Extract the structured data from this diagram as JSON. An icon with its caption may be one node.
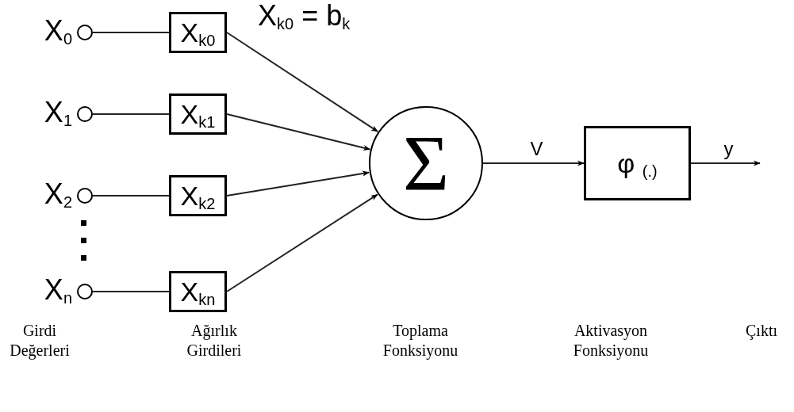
{
  "diagram": {
    "nodes": [
      {
        "text": [],
        "shape": "circle",
        "beside": [
          "X$_{0}$"
        ]
      },
      {
        "text": [
          "X$_{k0}$"
        ]
      },
      {
        "text": [],
        "shape": "circle",
        "beside": [
          "X$_{1}$"
        ]
      },
      {
        "text": [
          "X$_{k1}$"
        ]
      },
      {
        "text": [],
        "shape": "circle",
        "beside": [
          "X$_{2}$"
        ]
      },
      {
        "text": [
          "X$_{k2}$"
        ]
      },
      {
        "text": [],
        "shape": "circle",
        "beside": [
          "X$_{n}$"
        ]
      },
      {
        "text": [
          "X$_{kn}$"
        ]
      },
      {
        "text": [
          "Σ"
        ]
      },
      {
        "text": [
          "φ $_{(.)}$"
        ]
      }
    ],
    "edges": [
      {
        "from": 0,
        "to": 1,
        "arrow": "none"
      },
      {
        "from": 2,
        "to": 3,
        "arrow": "none"
      },
      {
        "from": 4,
        "to": 5,
        "arrow": "none"
      },
      {
        "from": 6,
        "to": 7,
        "arrow": "none"
      },
      {
        "from": 1,
        "to": 8,
        "arrow": "to"
      },
      {
        "from": 3,
        "to": 8,
        "arrow": "to"
      },
      {
        "from": 5,
        "to": 8,
        "arrow": "to"
      },
      {
        "from": 7,
        "to": 8,
        "arrow": "to"
      },
      {
        "from": 8,
        "to": 9,
        "arrow": "to",
        "label": "V"
      },
      {
        "from": 9,
        "to": null,
        "arrow": "to",
        "label": "y"
      }
    ],
    "labels": [
      "X$_{k0}$ = b$_{k}$",
      "Girdi Değerleri",
      "Ağırlık Girdileri",
      "Toplama Fonksiyonu",
      "Aktivasyon Fonksiyonu",
      "Çıktı"
    ]
  }
}
